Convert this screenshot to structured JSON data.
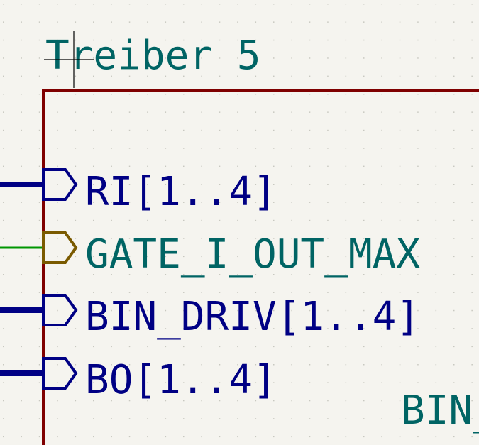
{
  "sheet": {
    "title": "Treiber 5",
    "partial_label": "BIN_"
  },
  "pins": [
    {
      "label": "RI[1..4]",
      "kind": "bus"
    },
    {
      "label": "GATE_I_OUT_MAX",
      "kind": "wire"
    },
    {
      "label": "BIN_DRIV[1..4]",
      "kind": "bus"
    },
    {
      "label": "BO[1..4]",
      "kind": "bus"
    }
  ],
  "colors": {
    "background": "#f5f4ef",
    "sheet_border": "#7f0000",
    "title_text": "#006464",
    "bus": "#000084",
    "bus_pin_text": "#000084",
    "wire": "#009600",
    "wire_pin": "#7a5a00",
    "wire_pin_text": "#006464",
    "grid_dot": "#c8c8c0",
    "cursor": "#000000"
  }
}
